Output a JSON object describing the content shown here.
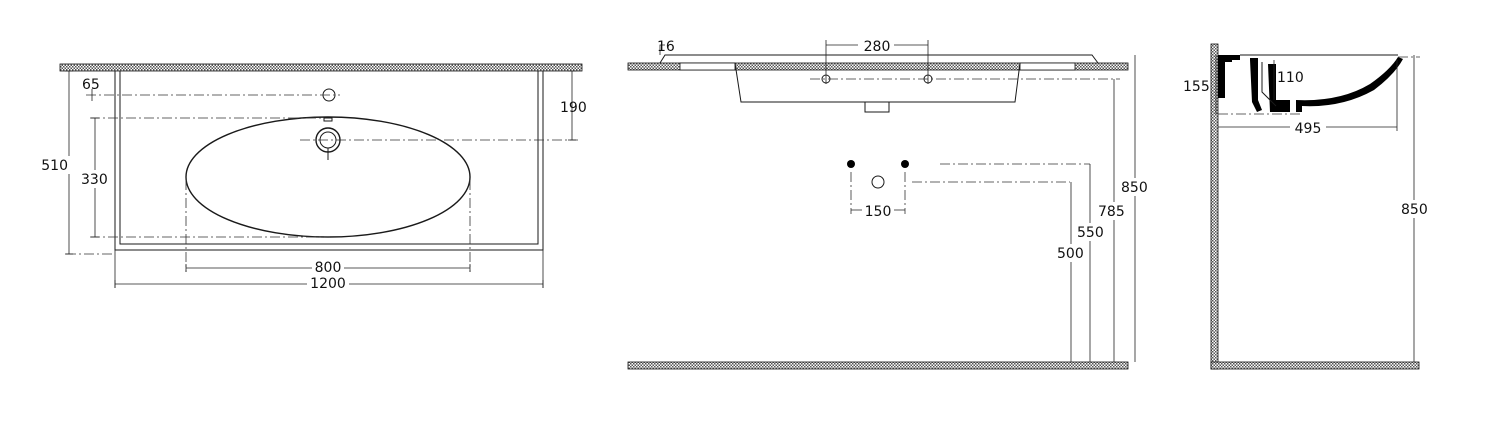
{
  "colors": {
    "line": "#1a1a1a",
    "background": "#ffffff",
    "hatch": "#555555"
  },
  "top_view": {
    "dim_depth": "510",
    "dim_basin_depth": "330",
    "dim_tap_offset": "65",
    "dim_back_to_drain": "190",
    "dim_basin_width": "800",
    "dim_total_width": "1200"
  },
  "front_view": {
    "dim_lip": "16",
    "dim_mount_holes": "280",
    "dim_pipe_spacing": "150",
    "dim_height_top": "850",
    "dim_height_holes": "785",
    "dim_height_supply": "550",
    "dim_height_waste": "500"
  },
  "side_view": {
    "dim_overall_depth": "155",
    "dim_bowl_depth": "110",
    "dim_projection": "495",
    "dim_height": "850"
  }
}
